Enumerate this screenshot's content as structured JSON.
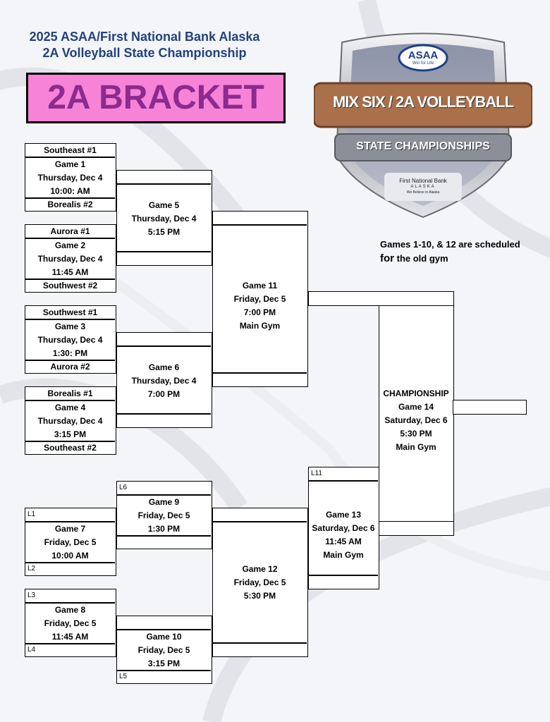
{
  "header": {
    "line1": "2025 ASAA/First National Bank Alaska",
    "line2": "2A Volleyball State Championship"
  },
  "title": "2A BRACKET",
  "logo": {
    "org": "ASAA",
    "org_tagline": "Win for Life",
    "banner_line1": "MIX SIX / 2A VOLLEYBALL",
    "banner_line2": "STATE CHAMPIONSHIPS",
    "sponsor": "First National Bank",
    "sponsor_sub": "ALASKA",
    "sponsor_tagline": "We Believe in Alaska"
  },
  "note": {
    "line1": "Games 1-10, & 12 are scheduled",
    "line2_strong": "for",
    "line2_rest": " the old gym"
  },
  "teams": {
    "g1_top": "Southeast #1",
    "g1_bottom": "Borealis #2",
    "g2_top": "Aurora #1",
    "g2_bottom": "Southwest #2",
    "g3_top": "Southwest #1",
    "g3_bottom": "Aurora #2",
    "g4_top": "Borealis #1",
    "g4_bottom": "Southeast #2"
  },
  "games": {
    "g1": {
      "name": "Game 1",
      "day": "Thursday, Dec 4",
      "time": "10:00: AM"
    },
    "g2": {
      "name": "Game 2",
      "day": "Thursday, Dec 4",
      "time": "11:45 AM"
    },
    "g3": {
      "name": "Game 3",
      "day": "Thursday, Dec 4",
      "time": "1:30: PM"
    },
    "g4": {
      "name": "Game 4",
      "day": "Thursday, Dec 4",
      "time": "3:15 PM"
    },
    "g5": {
      "name": "Game 5",
      "day": "Thursday, Dec 4",
      "time": "5:15 PM"
    },
    "g6": {
      "name": "Game 6",
      "day": "Thursday, Dec 4",
      "time": "7:00 PM"
    },
    "g7": {
      "name": "Game 7",
      "day": "Friday, Dec 5",
      "time": "10:00 AM"
    },
    "g8": {
      "name": "Game 8",
      "day": "Friday, Dec 5",
      "time": "11:45 AM"
    },
    "g9": {
      "name": "Game 9",
      "day": "Friday, Dec 5",
      "time": "1:30 PM"
    },
    "g10": {
      "name": "Game 10",
      "day": "Friday, Dec 5",
      "time": "3:15 PM"
    },
    "g11": {
      "name": "Game 11",
      "day": "Friday, Dec 5",
      "time": "7:00 PM",
      "venue": "Main Gym"
    },
    "g12": {
      "name": "Game 12",
      "day": "Friday, Dec 5",
      "time": "5:30 PM"
    },
    "g13": {
      "name": "Game 13",
      "day": "Saturday, Dec 6",
      "time": "11:45 AM",
      "venue": "Main Gym"
    },
    "g14": {
      "label": "CHAMPIONSHIP",
      "name": "Game 14",
      "day": "Saturday, Dec 6",
      "time": "5:30 PM",
      "venue": "Main Gym"
    }
  },
  "loser_tags": {
    "l1": "L1",
    "l2": "L2",
    "l3": "L3",
    "l4": "L4",
    "l5": "L5",
    "l6": "L6",
    "l11": "L11"
  },
  "colors": {
    "title_bg": "#f783d7",
    "title_text": "#8c2a8e",
    "header_text": "#24417d"
  }
}
